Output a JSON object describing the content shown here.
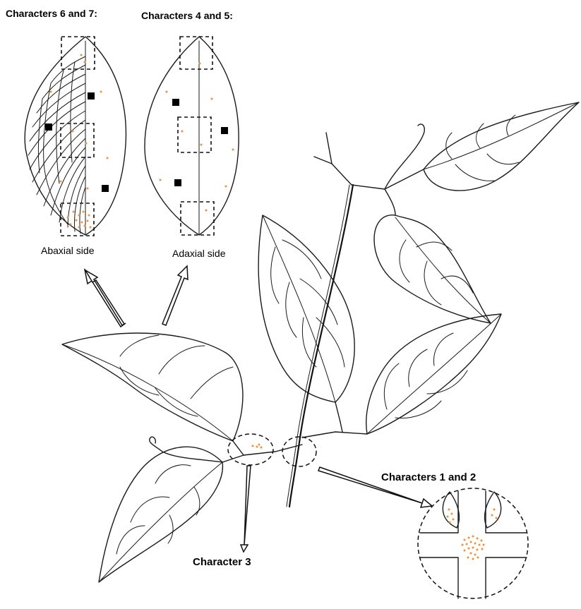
{
  "labels": {
    "characters_6_7": "Characters 6 and 7:",
    "characters_4_5": "Characters 4 and 5:",
    "abaxial": "Abaxial side",
    "adaxial": "Adaxial side",
    "characters_1_2": "Characters 1 and 2",
    "character_3": "Character 3"
  },
  "colors": {
    "ink": "#1a1a1a",
    "dots": "#f0913a",
    "markers": "#000000"
  },
  "icons": [
    "leaf",
    "stem",
    "tendril",
    "stipule",
    "arrow"
  ]
}
